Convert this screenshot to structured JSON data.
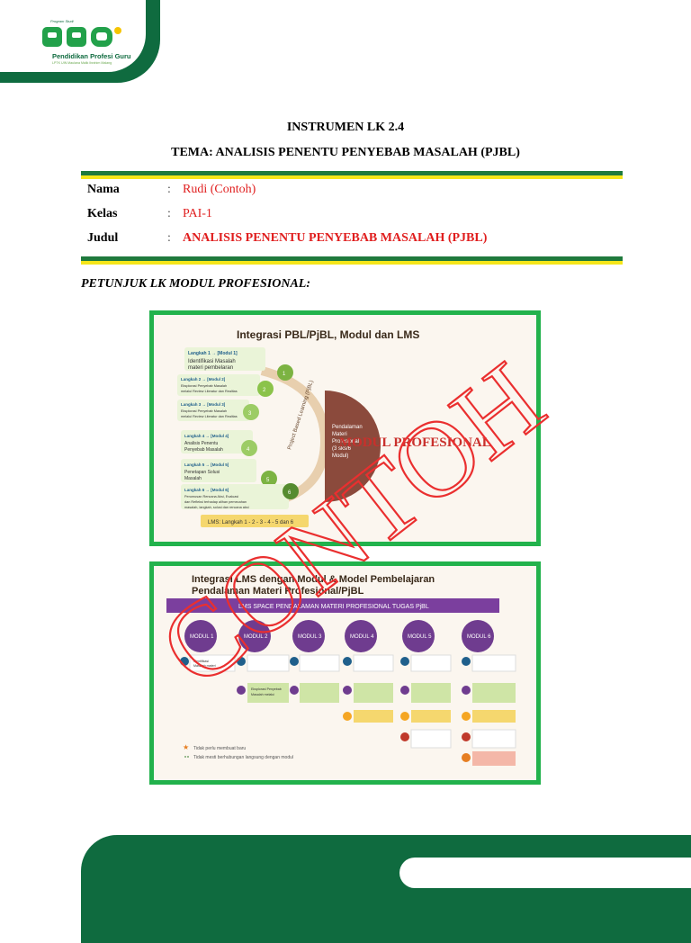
{
  "header": {
    "logo_text": "PPG",
    "logo_sub": "Program Studi",
    "logo_name": "Pendidikan Profesi Guru",
    "logo_tag": "LPTK UIN Maulana Malik Ibrahim Malang"
  },
  "document": {
    "title": "INSTRUMEN LK 2.4",
    "theme": "TEMA: ANALISIS PENENTU PENYEBAB MASALAH (PJBL)"
  },
  "identity": [
    {
      "label": "Nama",
      "sep": ":",
      "value": "Rudi (Contoh)"
    },
    {
      "label": "Kelas",
      "sep": ":",
      "value": "PAI-1"
    },
    {
      "label": "Judul",
      "sep": ":",
      "value": "ANALISIS PENENTU PENYEBAB MASALAH (PJBL)"
    }
  ],
  "instructions_heading": "PETUNJUK LK MODUL PROFESIONAL:",
  "figure1": {
    "title": "Integrasi PBL/PjBL, Modul dan LMS",
    "steps": [
      {
        "label": "Langkah 1 → [Modul 1]",
        "text": "Identifikasi Masalah materi pembelaran"
      },
      {
        "label": "Langkah 2 → [Modul 2]",
        "text": "Eksplorasi Penyebab Masalah melalui Review Literatur dan Realitas"
      },
      {
        "label": "Langkah 3 → [Modul 3]",
        "text": "Eksplorasi Penyebab Masalah melalui Review Literatur dan Realitas"
      },
      {
        "label": "Langkah 4 → [Modul 4]",
        "text": "Analisis Penentu Penyebab Masalah"
      },
      {
        "label": "Langkah 5 → [Modul 5]",
        "text": "Penetapan Solusi Masalah"
      },
      {
        "label": "Langkah 6 → [Modul 6]",
        "text": "Perumusan Rencana Aksi, Evaluasi dan Refleksi terhadap alihan pemecahan masalah, langkah, solusi dan rencana aksi"
      }
    ],
    "arc_label": "Project Based Learning (PjBL)",
    "center_text": "Pendalaman Materi Profesional (3 sks/6 Modul)",
    "right_text": "MODUL PROFESIONAL",
    "lms_label": "LMS: Langkah 1 - 2 - 3 - 4 - 5 dan 6"
  },
  "figure2": {
    "title_line1": "Integrasi LMS dengan Modul & Model Pembelajaran",
    "title_line2": "Pendalaman Materi Profesional/PjBL",
    "banner": "LMS SPACE PENDALAMAN MATERI PROFESIONAL TUGAS PjBL",
    "modules": [
      "MODUL 1",
      "MODUL 2",
      "MODUL 3",
      "MODUL 4",
      "MODUL 5",
      "MODUL 6"
    ],
    "legend": [
      {
        "icon": "star",
        "text": "Tidak perlu membuat baru"
      },
      {
        "icon": "dashed",
        "text": "Tidak mesti berhubungan langsung dengan modul"
      }
    ]
  },
  "watermark": "CONTOH",
  "colors": {
    "green_dark": "#0f6b3f",
    "green_border": "#22b24c",
    "yellow": "#f5e61a",
    "red": "#e01e1e",
    "purple": "#6f3c8f",
    "brown": "#8b4a3c"
  }
}
